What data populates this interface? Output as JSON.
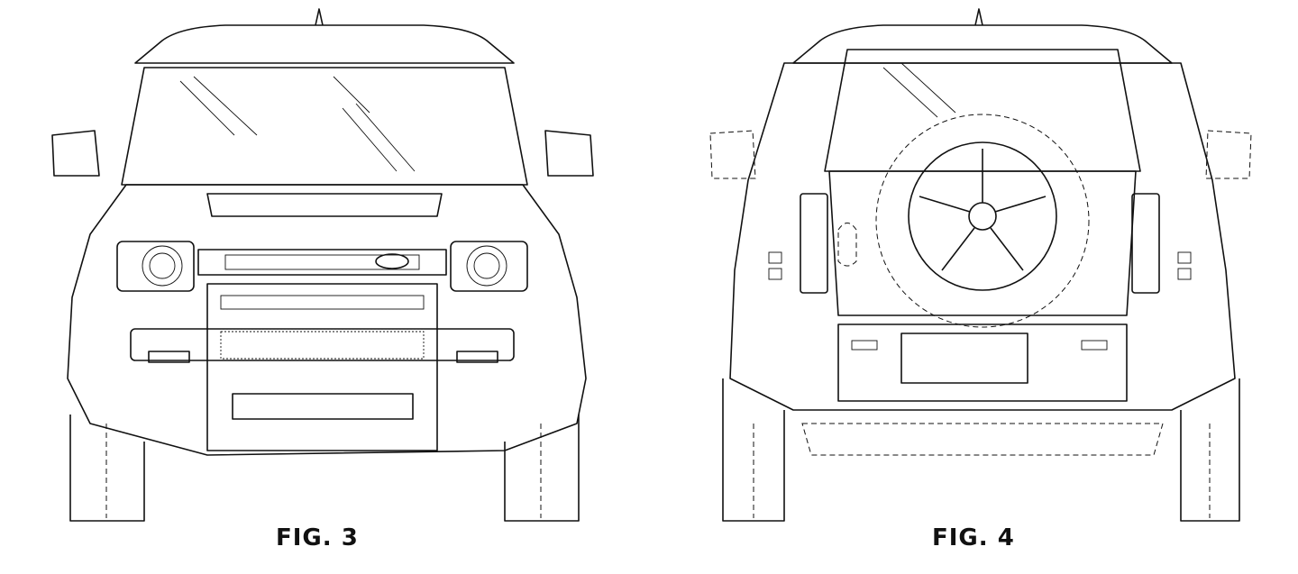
{
  "figures": [
    {
      "label": "FIG. 3",
      "view": "front"
    },
    {
      "label": "FIG. 4",
      "view": "rear"
    }
  ],
  "colors": {
    "line": "#111111",
    "background": "#ffffff"
  }
}
